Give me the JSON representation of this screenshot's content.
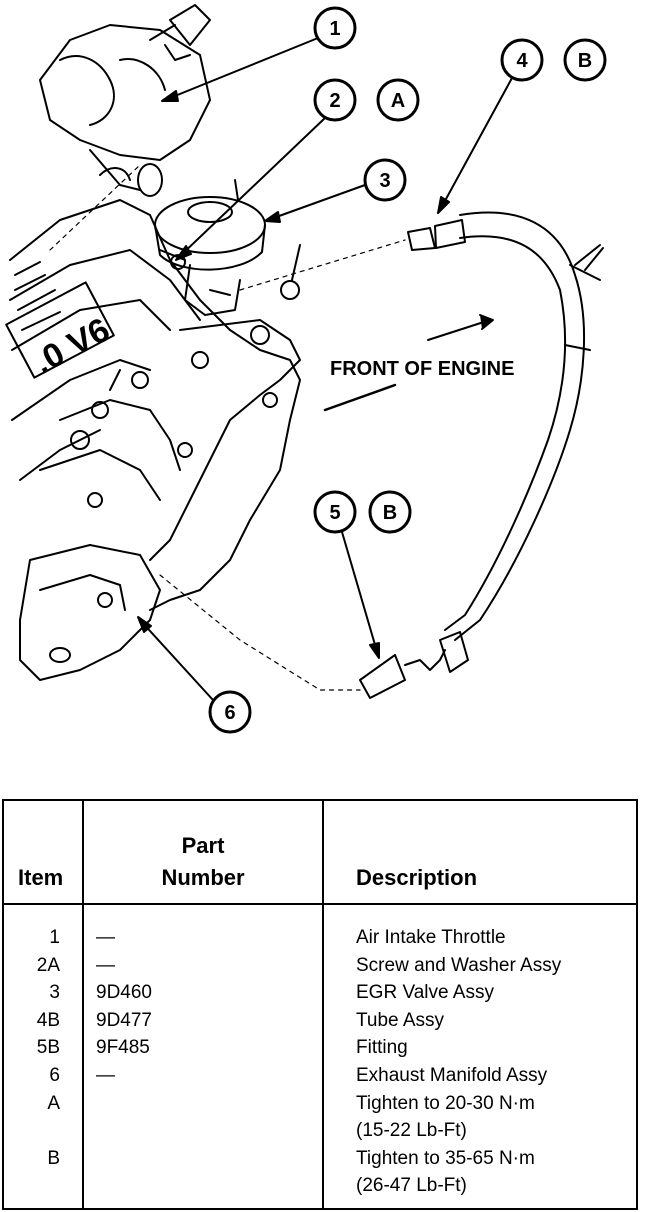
{
  "diagram": {
    "front_label": "FRONT OF ENGINE",
    "callouts": [
      {
        "id": "c1",
        "num": "1",
        "letter": ""
      },
      {
        "id": "c2",
        "num": "2",
        "letter": "A"
      },
      {
        "id": "c3",
        "num": "3",
        "letter": ""
      },
      {
        "id": "c4",
        "num": "4",
        "letter": "B"
      },
      {
        "id": "c5",
        "num": "5",
        "letter": "B"
      },
      {
        "id": "c6",
        "num": "6",
        "letter": ""
      }
    ],
    "engine_badge": ".0 V6"
  },
  "table": {
    "headers": {
      "item": "Item",
      "part_line1": "Part",
      "part_line2": "Number",
      "description": "Description"
    },
    "rows": [
      {
        "item": "1",
        "part": "—",
        "desc": "Air Intake Throttle"
      },
      {
        "item": "2A",
        "part": "—",
        "desc": "Screw and Washer Assy"
      },
      {
        "item": "3",
        "part": "9D460",
        "desc": "EGR Valve Assy"
      },
      {
        "item": "4B",
        "part": "9D477",
        "desc": "Tube Assy"
      },
      {
        "item": "5B",
        "part": "9F485",
        "desc": "Fitting"
      },
      {
        "item": "6",
        "part": "—",
        "desc": "Exhaust Manifold Assy"
      },
      {
        "item": "A",
        "part": "",
        "desc": "Tighten to 20-30 N·m"
      },
      {
        "item": "",
        "part": "",
        "desc": "(15-22 Lb-Ft)"
      },
      {
        "item": "B",
        "part": "",
        "desc": "Tighten to 35-65 N·m"
      },
      {
        "item": "",
        "part": "",
        "desc": "(26-47 Lb-Ft)"
      }
    ]
  }
}
